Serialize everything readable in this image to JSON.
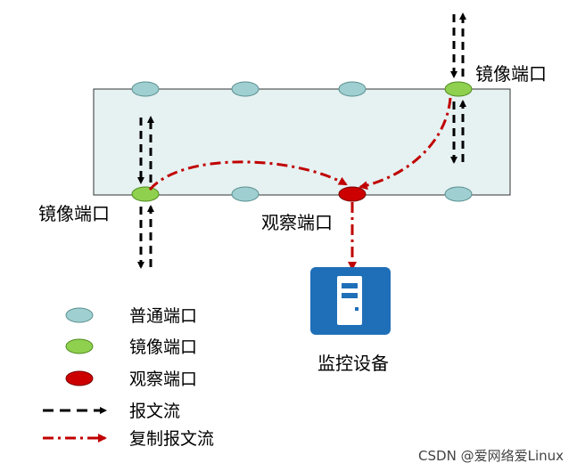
{
  "labels": {
    "mirror_port_top_right": "镜像端口",
    "mirror_port_left": "镜像端口",
    "observe_port": "观察端口",
    "monitor_device": "监控设备"
  },
  "legend": {
    "normal_port": "普通端口",
    "mirror_port": "镜像端口",
    "observe_port": "观察端口",
    "packet_flow": "报文流",
    "copied_packet_flow": "复制报文流"
  },
  "watermark": "CSDN @爱网络爱Linux",
  "colors": {
    "switch_fill": "#e6f1f2",
    "normal_port": "#9fcfd0",
    "mirror_port": "#8fd14f",
    "observe_port": "#cc0000",
    "copied_flow": "#c00000",
    "packet_flow": "#000000",
    "device": "#1f6fb8"
  },
  "icons": {
    "device": "server-icon"
  }
}
